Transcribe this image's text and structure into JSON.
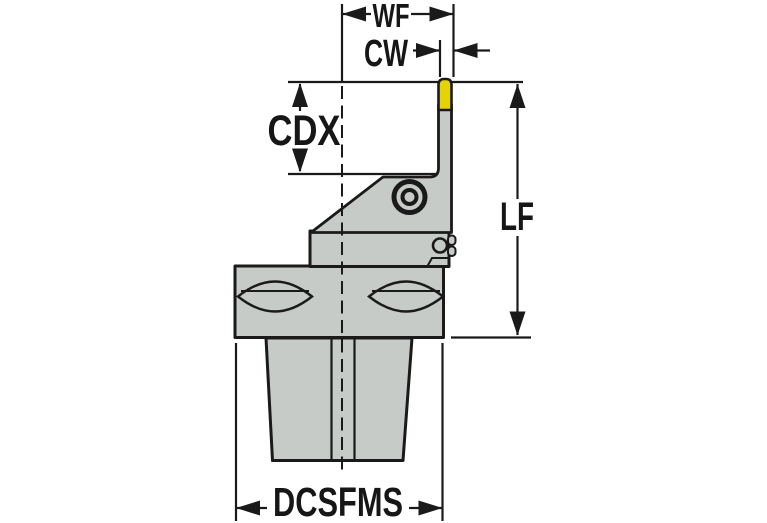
{
  "labels": {
    "wf": "WF",
    "cw": "CW",
    "cdx": "CDX",
    "lf": "LF",
    "dcsfms": "DCSFMS"
  },
  "colors": {
    "background": "#ffffff",
    "body_fill": "#c7cbc7",
    "outline": "#1a1a1a",
    "insert_fill": "#e6d306",
    "dimension": "#1a1a1a"
  }
}
